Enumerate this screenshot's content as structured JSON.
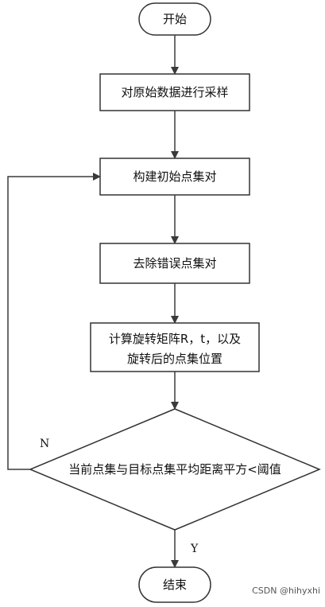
{
  "nodes": {
    "start": "开始",
    "sample": "对原始数据进行采样",
    "build_pairs": "构建初始点集对",
    "remove_wrong": "去除错误点集对",
    "compute_line1": "计算旋转矩阵R，t，以及",
    "compute_line2": "旋转后的点集位置",
    "decision": "当前点集与目标点集平均距离平方<阈值",
    "end": "结束"
  },
  "branch_labels": {
    "no": "N",
    "yes": "Y"
  },
  "watermark": "CSDN @hihyxhi"
}
